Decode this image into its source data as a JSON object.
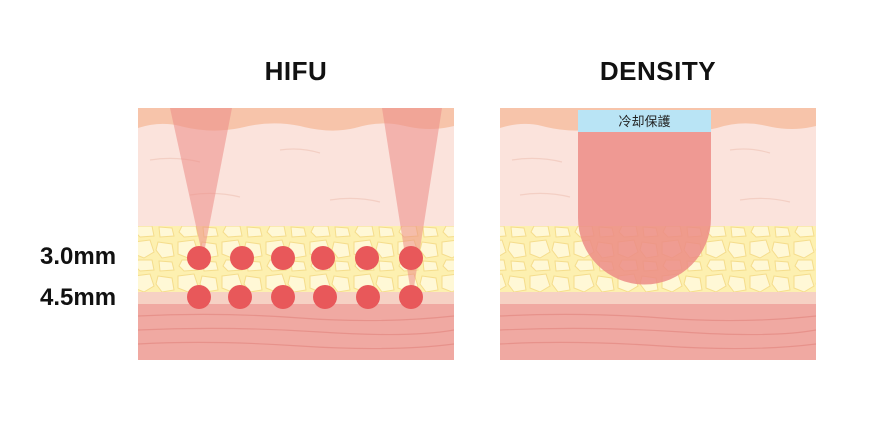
{
  "panels": {
    "hifu": {
      "title": "HIFU"
    },
    "density": {
      "title": "DENSITY",
      "cooling_label": "冷却保護"
    }
  },
  "depth_labels": [
    "3.0mm",
    "4.5mm"
  ],
  "colors": {
    "skin_surface": "#f7c4aa",
    "dermis": "#fbe3dc",
    "fat": "#fdf0b0",
    "fat_cell": "#fff8d6",
    "fascia": "#f6d1c4",
    "muscle": "#f0a9a2",
    "focus_point": "#e8585a",
    "beam": "#ec8c86",
    "cooling_tip": "#b9e4f5"
  }
}
